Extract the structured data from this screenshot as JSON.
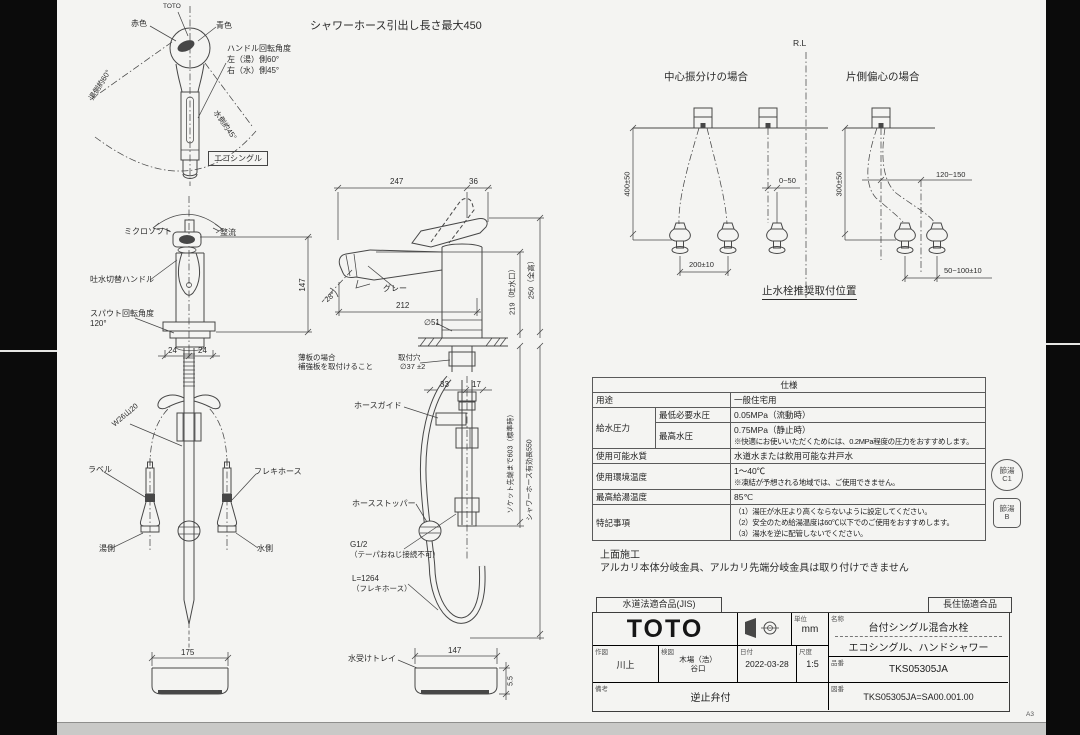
{
  "colors": {
    "paper": "#f4f4f2",
    "bar": "#0b0b0b",
    "line": "#474747"
  },
  "tlv": {
    "toto": "TOTO",
    "red": "赤色",
    "blue": "青色",
    "rot1": "ハンドル回転角度",
    "rot2": "左（湯）側60°",
    "rot3": "右（水）側45°",
    "arc_left": "湯側約60°",
    "arc_right": "水側約45°",
    "eco": "エコシングル"
  },
  "shower_note": "シャワーホース引出し長さ最大450",
  "fv": {
    "micro": "ミクロソフト",
    "seiryu": "整流",
    "switch": "吐水切替ハンドル",
    "spout1": "スパウト回転角度",
    "spout2": "120°",
    "d24a": "24",
    "d24b": "24",
    "d147": "147"
  },
  "sv": {
    "thread": "W26山20",
    "label": "ラベル",
    "flex": "フレキホース",
    "hot": "湯側",
    "cold": "水側",
    "d175": "175"
  },
  "side": {
    "d247": "247",
    "d36": "36",
    "d219": "219（吐水口）",
    "d250": "250（全高）",
    "gray": "グレー",
    "d212": "212",
    "d51": "∅51",
    "a28": "28°",
    "hole1": "取付穴",
    "hole2": "∅37 ±2",
    "note1": "薄板の場合",
    "note2": "補強板を取付けること",
    "d33": "33",
    "d17": "17",
    "guide": "ホースガイド",
    "stopper": "ホースストッパー",
    "g1": "G1/2",
    "g2": "（テーパおねじ接続不可）",
    "l1": "L=1264",
    "l2": "（フレキホース）",
    "socket": "ソケット先端まで603（標準時）",
    "hose": "シャワーホース有効長550",
    "tray": "水受けトレイ",
    "d147": "147",
    "d55": "5.5"
  },
  "inst": {
    "rl": "R.L",
    "lt": "中心振分けの場合",
    "rt": "片側偏心の場合",
    "cap": "止水栓推奨取付位置",
    "d400": "400±50",
    "d200": "200±10",
    "d050": "0~50",
    "d300": "300±50",
    "d120": "120~150",
    "d50100": "50~100±10"
  },
  "spec": {
    "title": "仕様",
    "usage_l": "用途",
    "usage_v": "一般住宅用",
    "press_l": "給水圧力",
    "minp_l": "最低必要水圧",
    "minp_v": "0.05MPa（流動時）",
    "maxp_l": "最高水圧",
    "maxp_v": "0.75MPa（静止時）",
    "maxp_n": "※快適にお使いいただくためには、0.2MPa程度の圧力をおすすめします。",
    "quality_l": "使用可能水質",
    "quality_v": "水道水または飲用可能な井戸水",
    "temp_l": "使用環境温度",
    "temp_v": "1～40℃",
    "temp_n": "※凍結が予想される地域では、ご使用できません。",
    "maxhot_l": "最高給湯温度",
    "maxhot_v": "85℃",
    "notes_l": "特記事項",
    "n1": "（1）湯圧が水圧より高くならないように設定してください。",
    "n2": "（2）安全のため給湯温度は60℃以下でのご使用をおすすめします。",
    "n3": "（3）湯水を逆に配管しないでください。"
  },
  "badges": {
    "c1a": "節湯",
    "c1b": "C1",
    "ba": "節湯",
    "bb": "B"
  },
  "notes": {
    "t1": "上面施工",
    "t2": "アルカリ本体分岐金具、アルカリ先端分岐金具は取り付けできません"
  },
  "tb": {
    "jis": "水道法適合品(JIS)",
    "cho": "長住協適合品",
    "logo": "TOTO",
    "unit_l": "単位",
    "unit_v": "mm",
    "drawn_l": "作図",
    "drawn_v": "川上",
    "check_l": "検図",
    "check_v1": "木場（浩）",
    "check_v2": "谷口",
    "date_l": "日付",
    "date_v": "2022-03-28",
    "scale_l": "尺度",
    "scale_v": "1:5",
    "rem_l": "備考",
    "rem_v": "逆止弁付",
    "name_l": "名称",
    "name_v1": "台付シングル混合水栓",
    "name_v2": "エコシングル、ハンドシャワー",
    "part_l": "品番",
    "part_v": "TKS05305JA",
    "dwg_l": "図番",
    "dwg_v": "TKS05305JA=SA00.001.00",
    "a3": "A3"
  }
}
